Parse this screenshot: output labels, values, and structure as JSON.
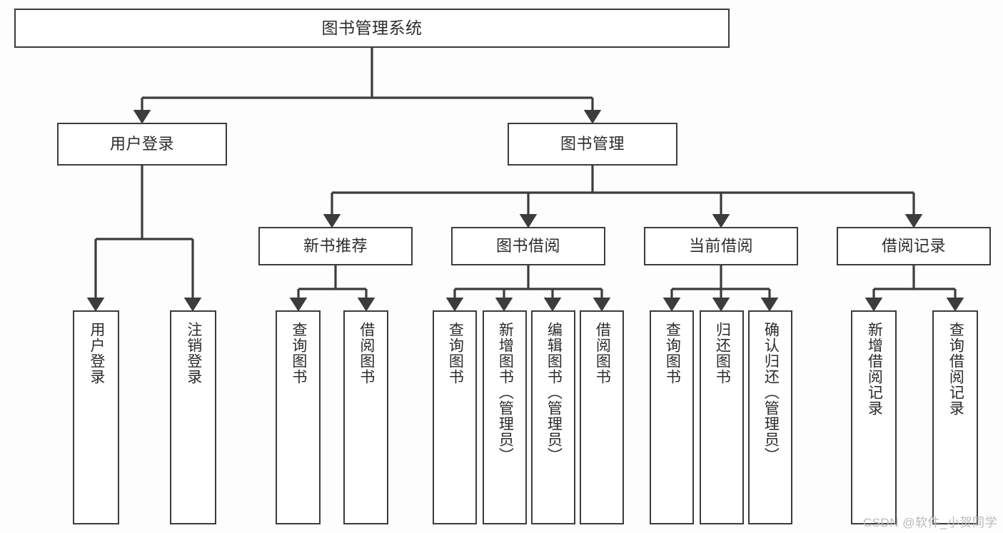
{
  "diagram": {
    "type": "tree",
    "title": "图书管理系统",
    "colors": {
      "background": "#fdfdfd",
      "node_fill": "#ffffff",
      "node_border": "#3c3c3c",
      "connector": "#3c3c3c",
      "text": "#2b2b2b",
      "watermark": "#b9b9b9"
    },
    "root": {
      "label": "图书管理系统"
    },
    "level1": [
      {
        "label": "用户登录"
      },
      {
        "label": "图书管理"
      }
    ],
    "level2": [
      {
        "label": "新书推荐"
      },
      {
        "label": "图书借阅"
      },
      {
        "label": "当前借阅"
      },
      {
        "label": "借阅记录"
      }
    ],
    "leaves": {
      "user_login": [
        {
          "label": "用户登录"
        },
        {
          "label": "注销登录"
        }
      ],
      "new_book_recommend": [
        {
          "label": "查询图书"
        },
        {
          "label": "借阅图书"
        }
      ],
      "book_borrow": [
        {
          "label": "查询图书"
        },
        {
          "label": "新增图书（管理员）"
        },
        {
          "label": "编辑图书（管理员）"
        },
        {
          "label": "借阅图书"
        }
      ],
      "current_borrow": [
        {
          "label": "查询图书"
        },
        {
          "label": "归还图书"
        },
        {
          "label": "确认归还（管理员）"
        }
      ],
      "borrow_record": [
        {
          "label": "新增借阅记录"
        },
        {
          "label": "查询借阅记录"
        }
      ]
    }
  },
  "watermark": {
    "text": "CSDN @软件_小贺同学"
  }
}
